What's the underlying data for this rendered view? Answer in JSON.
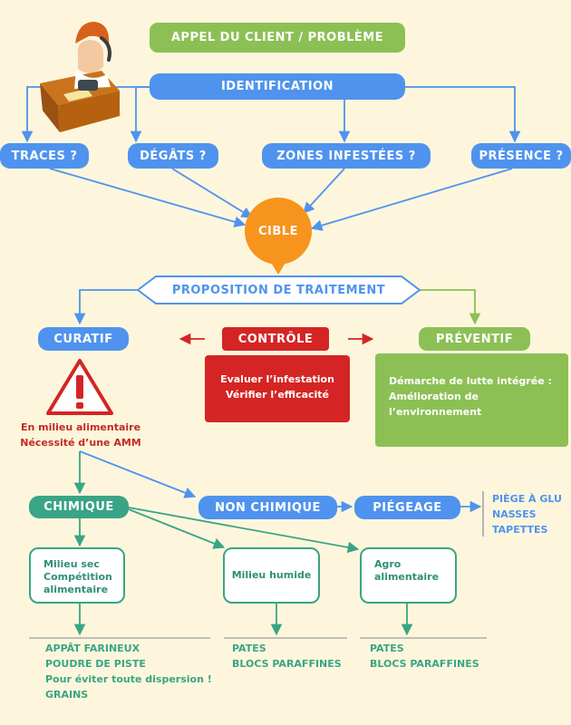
{
  "top": {
    "appel": "APPEL DU CLIENT / PROBLÈME",
    "identification": "IDENTIFICATION"
  },
  "questions": {
    "traces": "TRACES ?",
    "degats": "DÉGÂTS ?",
    "zones": "ZONES INFESTÉES ?",
    "presence": "PRÉSENCE ?"
  },
  "cible": "CIBLE",
  "proposition": "PROPOSITION DE TRAITEMENT",
  "branches": {
    "curatif": "CURATIF",
    "controle": "CONTRÔLE",
    "preventif": "PRÉVENTIF"
  },
  "controle_lines": [
    "Evaluer l’infestation",
    "Vérifier l’efficacité"
  ],
  "preventif_lines": [
    "Démarche de lutte intégrée :",
    "Amélioration de",
    "l’environnement"
  ],
  "warning_lines": [
    "En milieu alimentaire",
    "Nécessité d’une AMM"
  ],
  "methods": {
    "chimique": "CHIMIQUE",
    "non_chimique": "NON CHIMIQUE",
    "piegeage": "PIÉGEAGE"
  },
  "piegeage_list": [
    "PIÈGE À GLU",
    "NASSES",
    "TAPETTES"
  ],
  "milieux": {
    "sec": [
      "Milieu sec",
      "Compétition",
      "alimentaire"
    ],
    "humide": [
      "Milieu humide"
    ],
    "agro": [
      "Agro",
      "alimentaire"
    ]
  },
  "results": {
    "sec": [
      "APPÂT FARINEUX",
      "POUDRE DE PISTE",
      "Pour éviter toute dispersion !",
      "GRAINS"
    ],
    "humide": [
      "PATES",
      "BLOCS PARAFFINES"
    ],
    "agro": [
      "PATES",
      "BLOCS PARAFFINES"
    ]
  },
  "colors": {
    "background": "#fdf6dc",
    "green": "#8cc055",
    "blue": "#4f93ee",
    "red": "#d42524",
    "orange": "#f7941d",
    "teal": "#3aa486"
  },
  "icons": [
    "person-on-phone-icon",
    "warning-triangle-icon"
  ]
}
